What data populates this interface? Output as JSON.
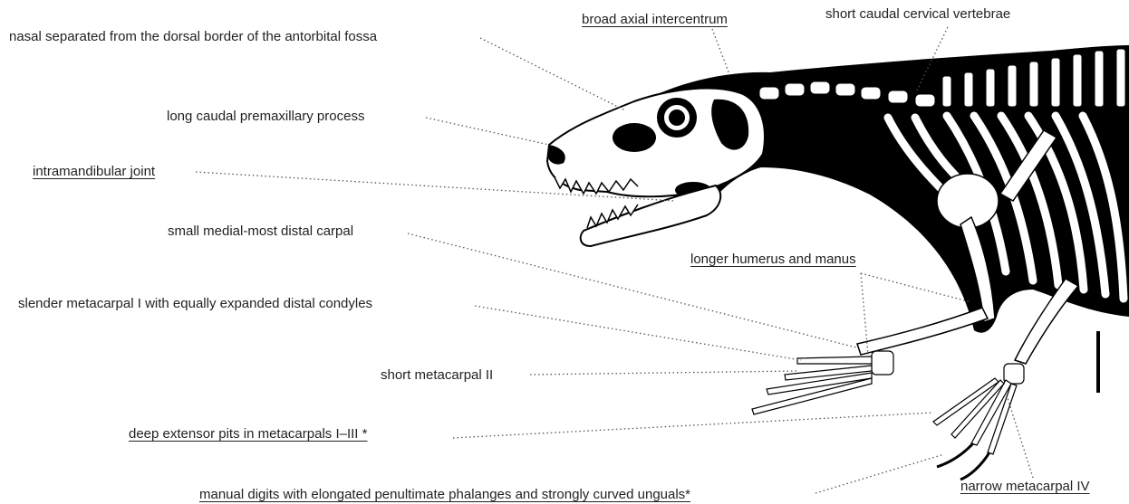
{
  "labels": {
    "nasal": "nasal  separated from the dorsal border of the antorbital fossa",
    "axial": "broad axial intercentrum",
    "cervical": "short caudal cervical vertebrae",
    "premax": "long caudal premaxillary process",
    "intramandibular": "intramandibular joint",
    "carpal": "small medial-most distal carpal",
    "humerus": "longer humerus and manus",
    "metacarpal_i": "slender metacarpal I with equally expanded distal condyles",
    "metacarpal_ii": "short metacarpal II",
    "extensor": "deep extensor pits in metacarpals I–III *",
    "digits": "manual digits with elongated penultimate phalanges and strongly curved unguals*",
    "metacarpal_iv": "narrow metacarpal IV"
  },
  "colors": {
    "text": "#222222",
    "leader": "#555555",
    "silhouette": "#000000",
    "bone": "#ffffff"
  }
}
